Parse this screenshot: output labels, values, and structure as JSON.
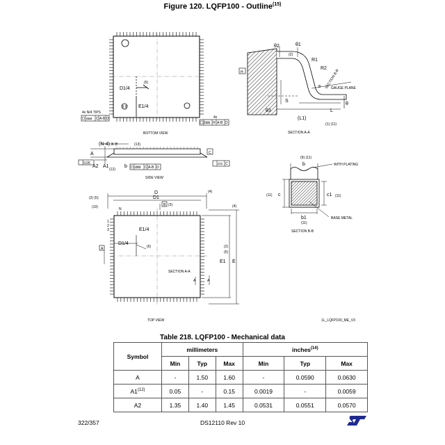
{
  "figure": {
    "title": "Figure 120. LQFP100 - Outline",
    "title_ref": "(15)",
    "code": "1L_LQFP100_ME_V3"
  },
  "bottom_view": {
    "caption": "BOTTOM VIEW",
    "d14": "D1/4",
    "e14": "E1/4",
    "note6": "(6)",
    "tips": "4x N/4 TIPS",
    "tol_left": [
      "aaa",
      "C",
      "A-B",
      "D"
    ],
    "four_x": "4x",
    "tol_right": [
      "bbb",
      "H",
      "A-B",
      "D"
    ]
  },
  "section_aa": {
    "caption": "SECTION A-A",
    "theta2": "θ2",
    "theta1": "θ1",
    "note2": "(2)",
    "r1": "R1",
    "r2": "R2",
    "section_bb": "SECTION B-B",
    "h": "H",
    "gauge_plane": "GAUGE PLANE",
    "s": "S",
    "b_small": "B",
    "theta3": "θ3",
    "theta": "θ",
    "l": "L",
    "l1": "(L1)",
    "note11": "(1) (11)"
  },
  "side_view": {
    "caption": "SIDE VIEW",
    "pitch": "(N-4) x e",
    "note13": "(13)",
    "a": "A",
    "a2": "A2",
    "a1": "A1",
    "note12": "(12)",
    "b": "b",
    "box_c": "C",
    "tol_005": "0.05",
    "tol_ddd": [
      "ddd",
      "C",
      "A-B",
      "D"
    ],
    "tol_ccc": [
      "ccc",
      "C"
    ]
  },
  "section_bb_detail": {
    "caption": "SECTION B-B",
    "note911": "(9) (11)",
    "b": "b",
    "with_plating": "WITH PLATING",
    "c_left": "c",
    "note11_left": "(11)",
    "c1": "c1",
    "note11_right": "(11)",
    "b1": "b1",
    "note11_bottom": "(11)",
    "base_metal": "BASE METAL"
  },
  "top_view": {
    "caption": "TOP VIEW",
    "d": "D",
    "d1": "D1",
    "note4": "(4)",
    "note4b": "(4)",
    "note2_5": "(2)  (5)",
    "note10": "(10)",
    "n": "N",
    "pins": [
      "1",
      "2",
      "3"
    ],
    "box_b": "B",
    "note3": "(3)",
    "e14": "E1/4",
    "d14": "D1/4",
    "note6": "(6)",
    "box_a": "A",
    "note2": "(2)",
    "note5": "(5)",
    "e1": "E1",
    "e": "E",
    "section": "SECTION A-A",
    "a_mark": "A"
  },
  "table": {
    "title": "Table 218. LQFP100 - Mechanical data",
    "symbol_header": "Symbol",
    "mm_header": "millimeters",
    "inch_header": "inches",
    "inch_note": "(14)",
    "sub_headers": [
      "Min",
      "Typ",
      "Max",
      "Min",
      "Typ",
      "Max"
    ],
    "rows": [
      {
        "symbol": "A",
        "note": "",
        "values": [
          "-",
          "1.50",
          "1.60",
          "-",
          "0.0590",
          "0.0630"
        ]
      },
      {
        "symbol": "A1",
        "note": "(12)",
        "values": [
          "0.05",
          "-",
          "0.15",
          "0.0019",
          "-",
          "0.0059"
        ]
      },
      {
        "symbol": "A2",
        "note": "",
        "values": [
          "1.35",
          "1.40",
          "1.45",
          "0.0531",
          "0.0551",
          "0.0570"
        ]
      }
    ]
  },
  "footer": {
    "page": "322/357",
    "doc": "DS12110 Rev 10"
  },
  "logo_color": "#1d2a8f"
}
